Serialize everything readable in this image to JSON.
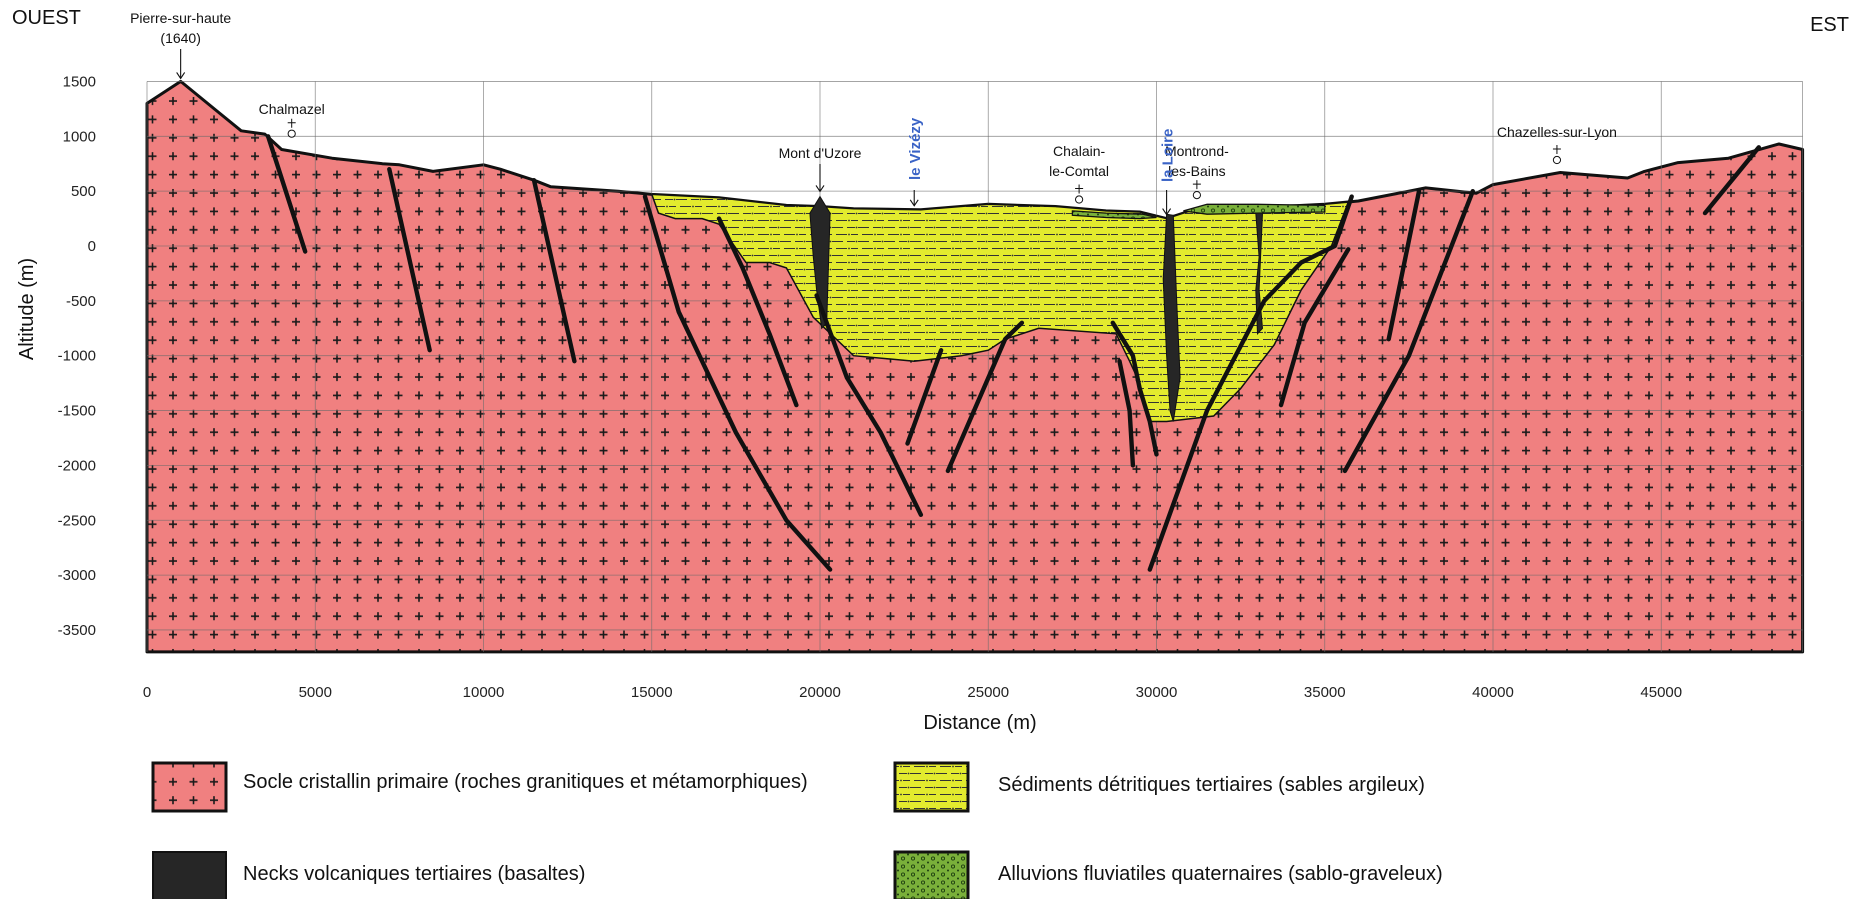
{
  "directions": {
    "west": "OUEST",
    "east": "EST"
  },
  "axes": {
    "xlabel": "Distance (m)",
    "ylabel": "Altitude (m)",
    "xticks": [
      0,
      5000,
      10000,
      15000,
      20000,
      25000,
      30000,
      35000,
      40000,
      45000
    ],
    "yticks": [
      1500,
      1000,
      500,
      0,
      -500,
      -1000,
      -1500,
      -2000,
      -2500,
      -3000,
      -3500
    ],
    "xlim": [
      0,
      49200
    ],
    "ylim": [
      -3700,
      1500
    ]
  },
  "places": [
    {
      "id": "pierre",
      "line1": "Pierre-sur-haute",
      "line2": "(1640)",
      "x": 1000,
      "marker": "arrow"
    },
    {
      "id": "chalmazel",
      "line1": "Chalmazel",
      "line2": "",
      "x": 4300,
      "marker": "village"
    },
    {
      "id": "uzore",
      "line1": "Mont d'Uzore",
      "line2": "",
      "x": 20000,
      "marker": "arrow"
    },
    {
      "id": "chalain",
      "line1": "Chalain-",
      "line2": "le-Comtal",
      "x": 27700,
      "marker": "village"
    },
    {
      "id": "montrond",
      "line1": "Montrond-",
      "line2": "les-Bains",
      "x": 31200,
      "marker": "village"
    },
    {
      "id": "chazelles",
      "line1": "Chazelles-sur-Lyon",
      "line2": "",
      "x": 41900,
      "marker": "village"
    }
  ],
  "rivers": [
    {
      "id": "vizezy",
      "name": "le Vizézy",
      "x": 22800
    },
    {
      "id": "loire",
      "name": "la Loire",
      "x": 30300
    }
  ],
  "colors": {
    "socle": "#f08080",
    "sediments": "#e3eb2e",
    "volcanic": "#262626",
    "alluvions": "#7ab03a",
    "fault": "#111111"
  },
  "legend": [
    {
      "id": "socle",
      "label": "Socle cristallin primaire (roches granitiques et métamorphiques)"
    },
    {
      "id": "sediments",
      "label": "Sédiments détritiques tertiaires (sables argileux)"
    },
    {
      "id": "volcanic",
      "label": "Necks volcaniques tertiaires (basaltes)"
    },
    {
      "id": "alluvions",
      "label": "Alluvions fluviatiles quaternaires (sablo-graveleux)"
    }
  ]
}
